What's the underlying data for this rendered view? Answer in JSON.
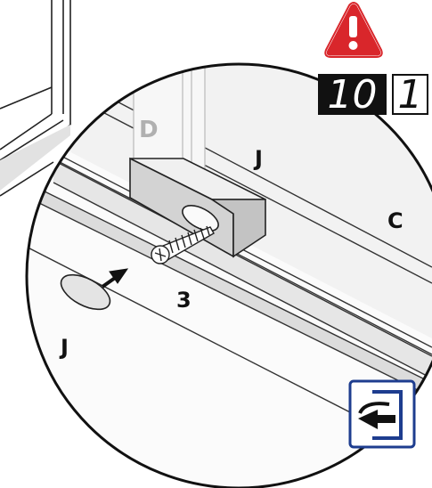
{
  "labels": {
    "d": "D",
    "j_top": "J",
    "c": "C",
    "step_num": "3",
    "j_bottom": "J"
  },
  "step": {
    "main": "10",
    "sub": "1"
  },
  "icons": {
    "warning": "warning-triangle-icon",
    "next": "door-exit-arrow-icon"
  },
  "colors": {
    "warning_red": "#d9262b",
    "next_blue": "#1e3d8f"
  }
}
